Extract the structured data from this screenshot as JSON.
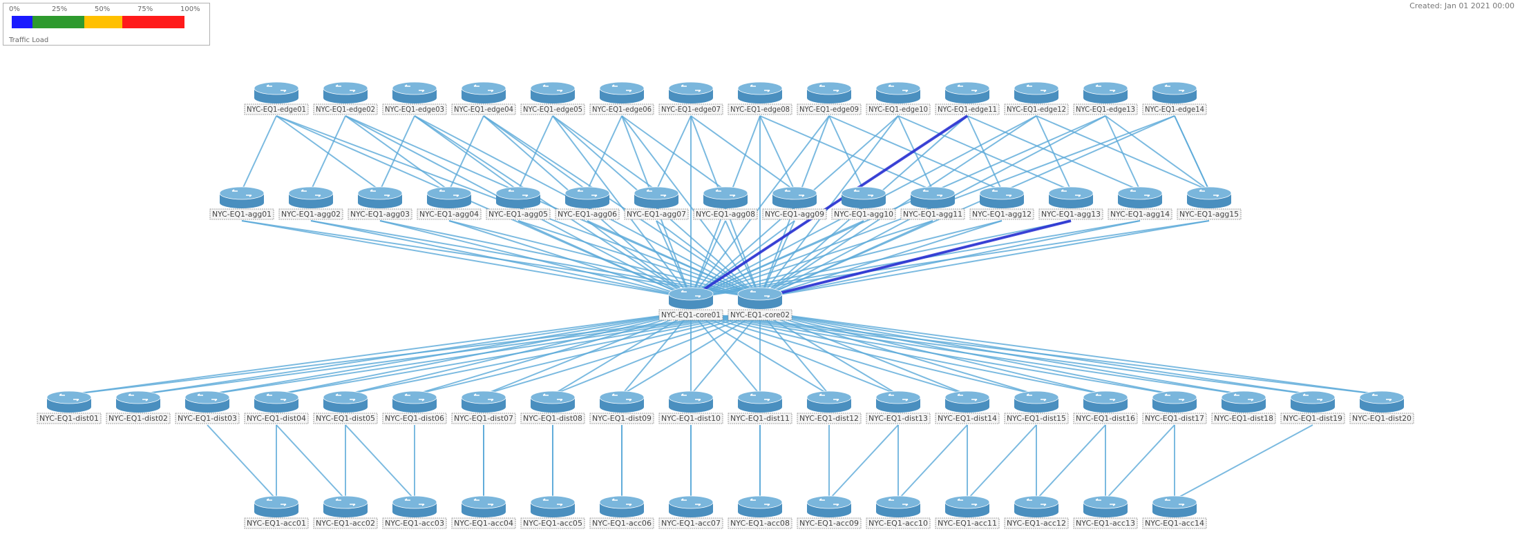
{
  "legend": {
    "ticks": [
      "0%",
      "25%",
      "50%",
      "75%",
      "100%"
    ],
    "colors": [
      "#1a1aff",
      "#2e9a2e",
      "#ffc000",
      "#ff1a1a"
    ],
    "caption": "Traffic Load"
  },
  "timestamp": "Created: Jan 01 2021 00:00",
  "colors": {
    "link": "#5aa9d8",
    "hot_link": "#2020d0",
    "router_body": "#4a8fbf",
    "router_top": "#7ab6dc"
  },
  "diagram": {
    "rows": [
      {
        "id": "r1",
        "labels": [
          "NYC-EQ1-edge01",
          "NYC-EQ1-edge02",
          "NYC-EQ1-edge03",
          "NYC-EQ1-edge04",
          "NYC-EQ1-edge05",
          "NYC-EQ1-edge06",
          "NYC-EQ1-edge07",
          "NYC-EQ1-edge08",
          "NYC-EQ1-edge09",
          "NYC-EQ1-edge10",
          "NYC-EQ1-edge11",
          "NYC-EQ1-edge12",
          "NYC-EQ1-edge13",
          "NYC-EQ1-edge14"
        ]
      },
      {
        "id": "r2",
        "labels": [
          "NYC-EQ1-agg01",
          "NYC-EQ1-agg02",
          "NYC-EQ1-agg03",
          "NYC-EQ1-agg04",
          "NYC-EQ1-agg05",
          "NYC-EQ1-agg06",
          "NYC-EQ1-agg07",
          "NYC-EQ1-agg08",
          "NYC-EQ1-agg09",
          "NYC-EQ1-agg10",
          "NYC-EQ1-agg11",
          "NYC-EQ1-agg12",
          "NYC-EQ1-agg13",
          "NYC-EQ1-agg14",
          "NYC-EQ1-agg15"
        ]
      },
      {
        "id": "core",
        "labels": [
          "NYC-EQ1-core01",
          "NYC-EQ1-core02"
        ]
      },
      {
        "id": "r4",
        "labels": [
          "NYC-EQ1-dist01",
          "NYC-EQ1-dist02",
          "NYC-EQ1-dist03",
          "NYC-EQ1-dist04",
          "NYC-EQ1-dist05",
          "NYC-EQ1-dist06",
          "NYC-EQ1-dist07",
          "NYC-EQ1-dist08",
          "NYC-EQ1-dist09",
          "NYC-EQ1-dist10",
          "NYC-EQ1-dist11",
          "NYC-EQ1-dist12",
          "NYC-EQ1-dist13",
          "NYC-EQ1-dist14",
          "NYC-EQ1-dist15",
          "NYC-EQ1-dist16",
          "NYC-EQ1-dist17",
          "NYC-EQ1-dist18",
          "NYC-EQ1-dist19",
          "NYC-EQ1-dist20"
        ]
      },
      {
        "id": "r5",
        "labels": [
          "NYC-EQ1-acc01",
          "NYC-EQ1-acc02",
          "NYC-EQ1-acc03",
          "NYC-EQ1-acc04",
          "NYC-EQ1-acc05",
          "NYC-EQ1-acc06",
          "NYC-EQ1-acc07",
          "NYC-EQ1-acc08",
          "NYC-EQ1-acc09",
          "NYC-EQ1-acc10",
          "NYC-EQ1-acc11",
          "NYC-EQ1-acc12",
          "NYC-EQ1-acc13",
          "NYC-EQ1-acc14"
        ]
      }
    ],
    "hot_links": [
      {
        "from": "r1:10",
        "to": "core:0"
      },
      {
        "from": "r2:12",
        "to": "core:1"
      }
    ]
  }
}
